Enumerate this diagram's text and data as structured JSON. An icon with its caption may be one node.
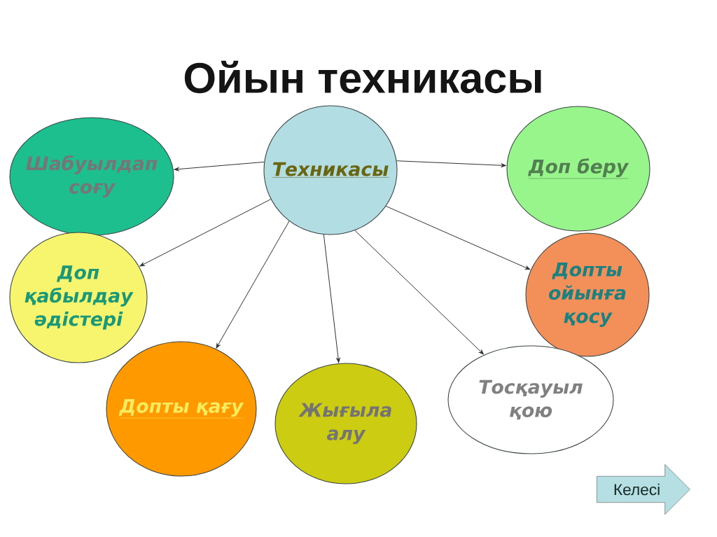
{
  "diagram": {
    "title": "Ойын техникасы",
    "nodes": [
      {
        "text": [
          "Шабуылдап соғу"
        ]
      },
      {
        "text": [
          "Техникасы"
        ]
      },
      {
        "text": [
          "Доп беру"
        ]
      },
      {
        "text": [
          "Доп қабылдау әдістері"
        ]
      },
      {
        "text": [
          "Допты ойынға қосу"
        ]
      },
      {
        "text": [
          "Допты қағу"
        ]
      },
      {
        "text": [
          "Жығыла алу"
        ]
      },
      {
        "text": [
          "Тосқауыл қою"
        ]
      },
      {
        "text": [
          "Келесі"
        ]
      }
    ],
    "edges": [
      {
        "from": 1,
        "to": 0,
        "arrow": "to"
      },
      {
        "from": 1,
        "to": 2,
        "arrow": "to"
      },
      {
        "from": 1,
        "to": 3,
        "arrow": "to"
      },
      {
        "from": 1,
        "to": 4,
        "arrow": "to"
      },
      {
        "from": 1,
        "to": 5,
        "arrow": "to"
      },
      {
        "from": 1,
        "to": 6,
        "arrow": "to"
      },
      {
        "from": 1,
        "to": 7,
        "arrow": "to"
      }
    ]
  }
}
